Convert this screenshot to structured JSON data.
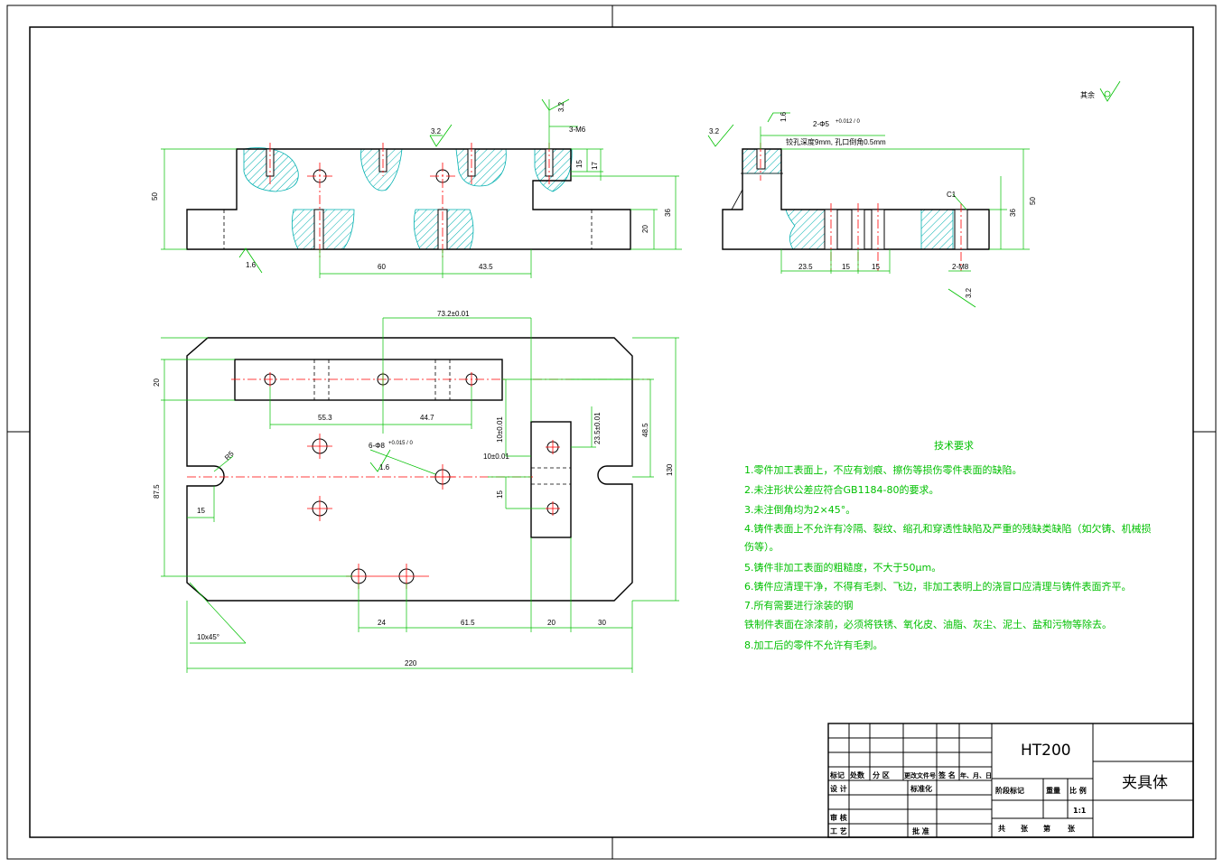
{
  "colors": {
    "outline": "#000000",
    "dimension": "#00c000",
    "center_line": "#ff0000",
    "hatch": "#00b0b0",
    "hole": "#ff0000"
  },
  "front_view": {
    "dims": {
      "height_total": "50",
      "base_height": "20",
      "height_36": "36",
      "h15": "15",
      "h17": "17",
      "thread": "3-M6",
      "len_60": "60",
      "len_43_5": "43.5",
      "rough_top": "3.2",
      "rough_bottom": "1.6",
      "rough_thread": "3.2"
    }
  },
  "side_view": {
    "dims": {
      "rough_top": "3.2",
      "rough_hole": "1.6",
      "holes_spec": "2-Φ5",
      "holes_tol": "+0.012 / 0",
      "holes_note": "铰孔深度9mm, 孔口倒角0.5mm",
      "chamfer": "C1",
      "height_50": "50",
      "height_36": "36",
      "len_23_5": "23.5",
      "len_15a": "15",
      "len_15b": "15",
      "thread": "2-M8",
      "rough_thread": "3.2"
    }
  },
  "top_view": {
    "dims": {
      "top_width": "73.2±0.01",
      "d55_3": "55.3",
      "d44_7": "44.7",
      "h20": "20",
      "v10a": "10±0.01",
      "v10b": "10±0.01",
      "v23_5": "23.5±0.01",
      "v48_5": "48.5",
      "h130": "130",
      "h87_5": "87.5",
      "h15a": "15",
      "h15b": "15",
      "r5": "R5",
      "holes": "6-Φ8",
      "holes_tol": "+0.015 / 0",
      "rough": "1.6",
      "d24": "24",
      "d61_5": "61.5",
      "d20": "20",
      "d30": "30",
      "total_220": "220",
      "chamfer": "10x45°"
    }
  },
  "roughness_other": {
    "label": "其余"
  },
  "requirements": {
    "title": "技术要求",
    "lines": [
      "1.零件加工表面上，不应有划痕、擦伤等损伤零件表面的缺陷。",
      "2.未注形状公差应符合GB1184-80的要求。",
      "3.未注倒角均为2×45°。",
      "4.铸件表面上不允许有冷隔、裂纹、缩孔和穿透性缺陷及严重的残缺类缺陷（如欠铸、机械损",
      "伤等）。",
      "5.铸件非加工表面的粗糙度，不大于50μm。",
      "6.铸件应清理干净，不得有毛刺、飞边，非加工表明上的浇冒口应清理与铸件表面齐平。",
      "7.所有需要进行涂装的钢",
      "铁制件表面在涂漆前，必须将铁锈、氧化皮、油脂、灰尘、泥土、盐和污物等除去。",
      "8.加工后的零件不允许有毛刺。"
    ]
  },
  "title_block": {
    "material": "HT200",
    "name": "夹具体",
    "scale": "1:1",
    "labels": {
      "biaoji": "标记",
      "chushu": "处数",
      "fenqu": "分 区",
      "genggai": "更改文件号",
      "qianming": "签 名",
      "nianyueri": "年、月、日",
      "sheji": "设 计",
      "biaozhunhua": "标准化",
      "jieduan": "阶段标记",
      "zhongliang": "重量",
      "bili": "比 例",
      "shenhe": "审 核",
      "gongyi": "工 艺",
      "pizhun": "批 准",
      "gong": "共",
      "zhang1": "张",
      "di": "第",
      "zhang2": "张"
    }
  }
}
